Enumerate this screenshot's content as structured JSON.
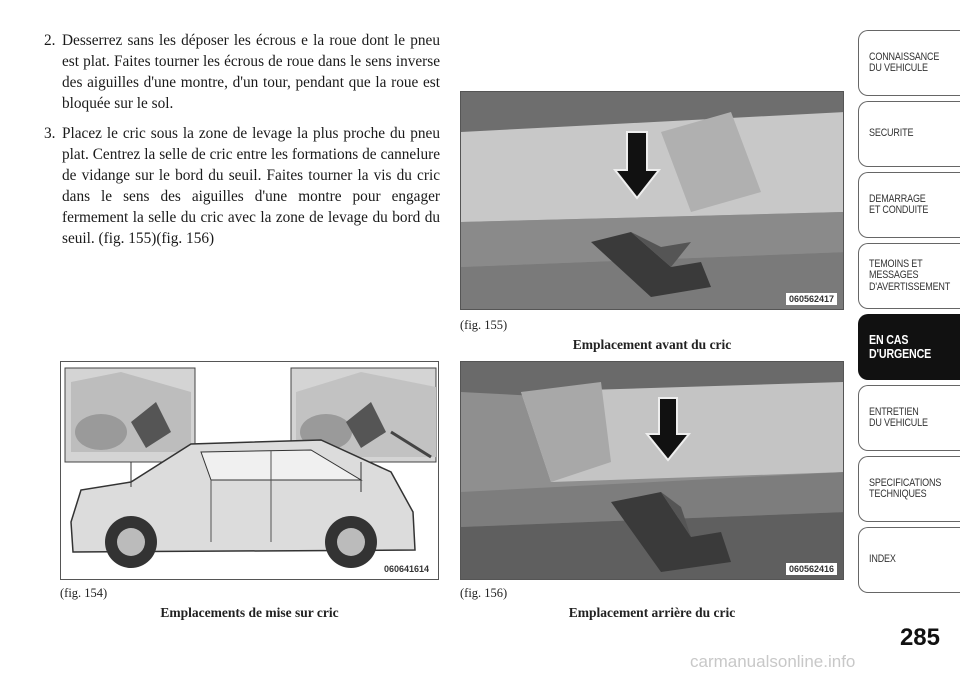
{
  "steps": [
    {
      "num": "2.",
      "text": "Desserrez sans les déposer les écrous e la roue dont le pneu est plat. Faites tourner les écrous de roue dans le sens inverse des aiguilles d'une montre, d'un tour, pendant que la roue est bloquée sur le sol."
    },
    {
      "num": "3.",
      "text": "Placez le cric sous la zone de levage la plus proche du pneu plat. Centrez la selle de cric entre les formations de cannelure de vidange sur le bord du seuil. Faites tourner la vis du cric dans le sens des aiguilles d'une montre pour engager fermement la selle du cric avec la zone de levage du bord du seuil. (fig. 155)(fig. 156)"
    }
  ],
  "figures": {
    "fig154": {
      "num": "(fig. 154)",
      "caption": "Emplacements de mise sur cric",
      "code": "060641614"
    },
    "fig155": {
      "num": "(fig. 155)",
      "caption": "Emplacement avant du cric",
      "code": "060562417"
    },
    "fig156": {
      "num": "(fig. 156)",
      "caption": "Emplacement arrière du cric",
      "code": "060562416"
    }
  },
  "tabs": [
    {
      "label": "CONNAISSANCE\nDU VEHICULE",
      "active": false
    },
    {
      "label": "SECURITE",
      "active": false
    },
    {
      "label": "DEMARRAGE\nET CONDUITE",
      "active": false
    },
    {
      "label": "TEMOINS ET\nMESSAGES\nD'AVERTISSEMENT",
      "active": false
    },
    {
      "label": "EN CAS\nD'URGENCE",
      "active": true
    },
    {
      "label": "ENTRETIEN\nDU VEHICULE",
      "active": false
    },
    {
      "label": "SPECIFICATIONS\nTECHNIQUES",
      "active": false
    },
    {
      "label": "INDEX",
      "active": false
    }
  ],
  "page_number": "285",
  "watermark": "carmanualsonline.info"
}
